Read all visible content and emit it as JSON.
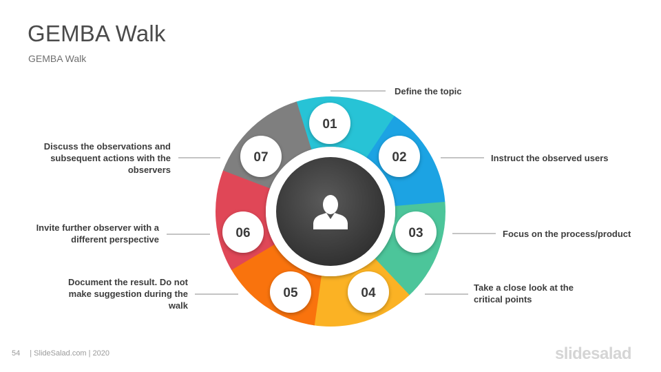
{
  "slide": {
    "title": "GEMBA Walk",
    "subtitle": "GEMBA Walk"
  },
  "steps": [
    {
      "number": "01",
      "label": "Define the topic",
      "color": "#27C3D6"
    },
    {
      "number": "02",
      "label": "Instruct the observed users",
      "color": "#1CA3E3"
    },
    {
      "number": "03",
      "label": "Focus on the process/product",
      "color": "#4CC59A"
    },
    {
      "number": "04",
      "label": "Take a close look at the critical points",
      "color": "#FBB224"
    },
    {
      "number": "05",
      "label": "Document the result. Do not make suggestion during the walk",
      "color": "#F9730D"
    },
    {
      "number": "06",
      "label": "Invite further observer with a different perspective",
      "color": "#E04757"
    },
    {
      "number": "07",
      "label": "Discuss the observations and subsequent actions with the observers",
      "color": "#7F7F7F"
    }
  ],
  "center": {
    "icon": "user-icon",
    "color": "#3f3f3f"
  },
  "footer": {
    "page": "54",
    "text": "| SlideSalad.com | 2020",
    "brand": "slidesalad"
  }
}
